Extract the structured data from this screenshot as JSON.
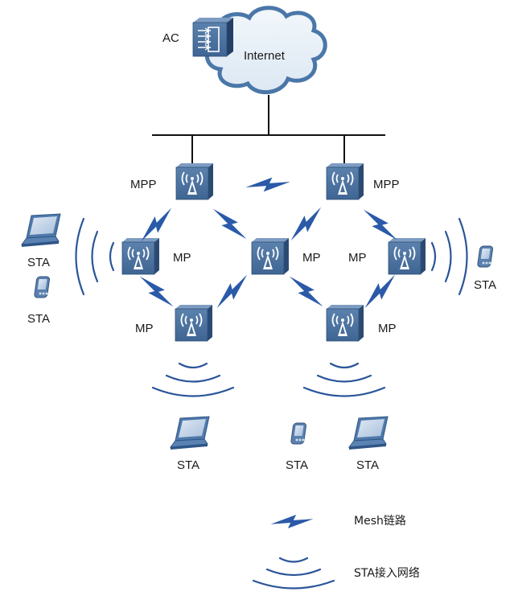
{
  "diagram": {
    "title": "WLAN Mesh network topology",
    "colors": {
      "device_blue": "#4a6f9a",
      "device_dark": "#2f4f78",
      "bolt_blue": "#2a5aa8",
      "wave_blue": "#2a5599",
      "cloud_fill": "#e6f0f8",
      "cloud_stroke": "#4a77a8"
    },
    "nodes": {
      "ac": {
        "label": "AC",
        "icon": "controller-icon"
      },
      "internet": {
        "label": "Internet",
        "icon": "cloud-icon"
      },
      "mpp_left": {
        "label": "MPP",
        "icon": "access-point-icon"
      },
      "mpp_right": {
        "label": "MPP",
        "icon": "access-point-icon"
      },
      "mp_left": {
        "label": "MP",
        "icon": "access-point-icon"
      },
      "mp_center": {
        "label": "MP",
        "icon": "access-point-icon"
      },
      "mp_right": {
        "label": "MP",
        "icon": "access-point-icon"
      },
      "mp_bottom_left": {
        "label": "MP",
        "icon": "access-point-icon"
      },
      "mp_bottom_right": {
        "label": "MP",
        "icon": "access-point-icon"
      }
    },
    "stations": [
      {
        "label": "STA",
        "icon": "laptop-icon"
      },
      {
        "label": "STA",
        "icon": "pda-icon"
      },
      {
        "label": "STA",
        "icon": "pda-icon"
      },
      {
        "label": "STA",
        "icon": "laptop-icon"
      },
      {
        "label": "STA",
        "icon": "pda-icon"
      },
      {
        "label": "STA",
        "icon": "laptop-icon"
      }
    ],
    "links": [
      {
        "from": "mpp_left",
        "to": "mpp_right",
        "type": "mesh"
      },
      {
        "from": "mpp_left",
        "to": "mp_left",
        "type": "mesh"
      },
      {
        "from": "mpp_left",
        "to": "mp_center",
        "type": "mesh"
      },
      {
        "from": "mpp_right",
        "to": "mp_center",
        "type": "mesh"
      },
      {
        "from": "mpp_right",
        "to": "mp_right",
        "type": "mesh"
      },
      {
        "from": "mp_left",
        "to": "mp_bottom_left",
        "type": "mesh"
      },
      {
        "from": "mp_center",
        "to": "mp_bottom_left",
        "type": "mesh"
      },
      {
        "from": "mp_center",
        "to": "mp_bottom_right",
        "type": "mesh"
      },
      {
        "from": "mp_right",
        "to": "mp_bottom_right",
        "type": "mesh"
      }
    ],
    "legend": {
      "mesh_link": "Mesh链路",
      "sta_access": "STA接入网络"
    }
  }
}
